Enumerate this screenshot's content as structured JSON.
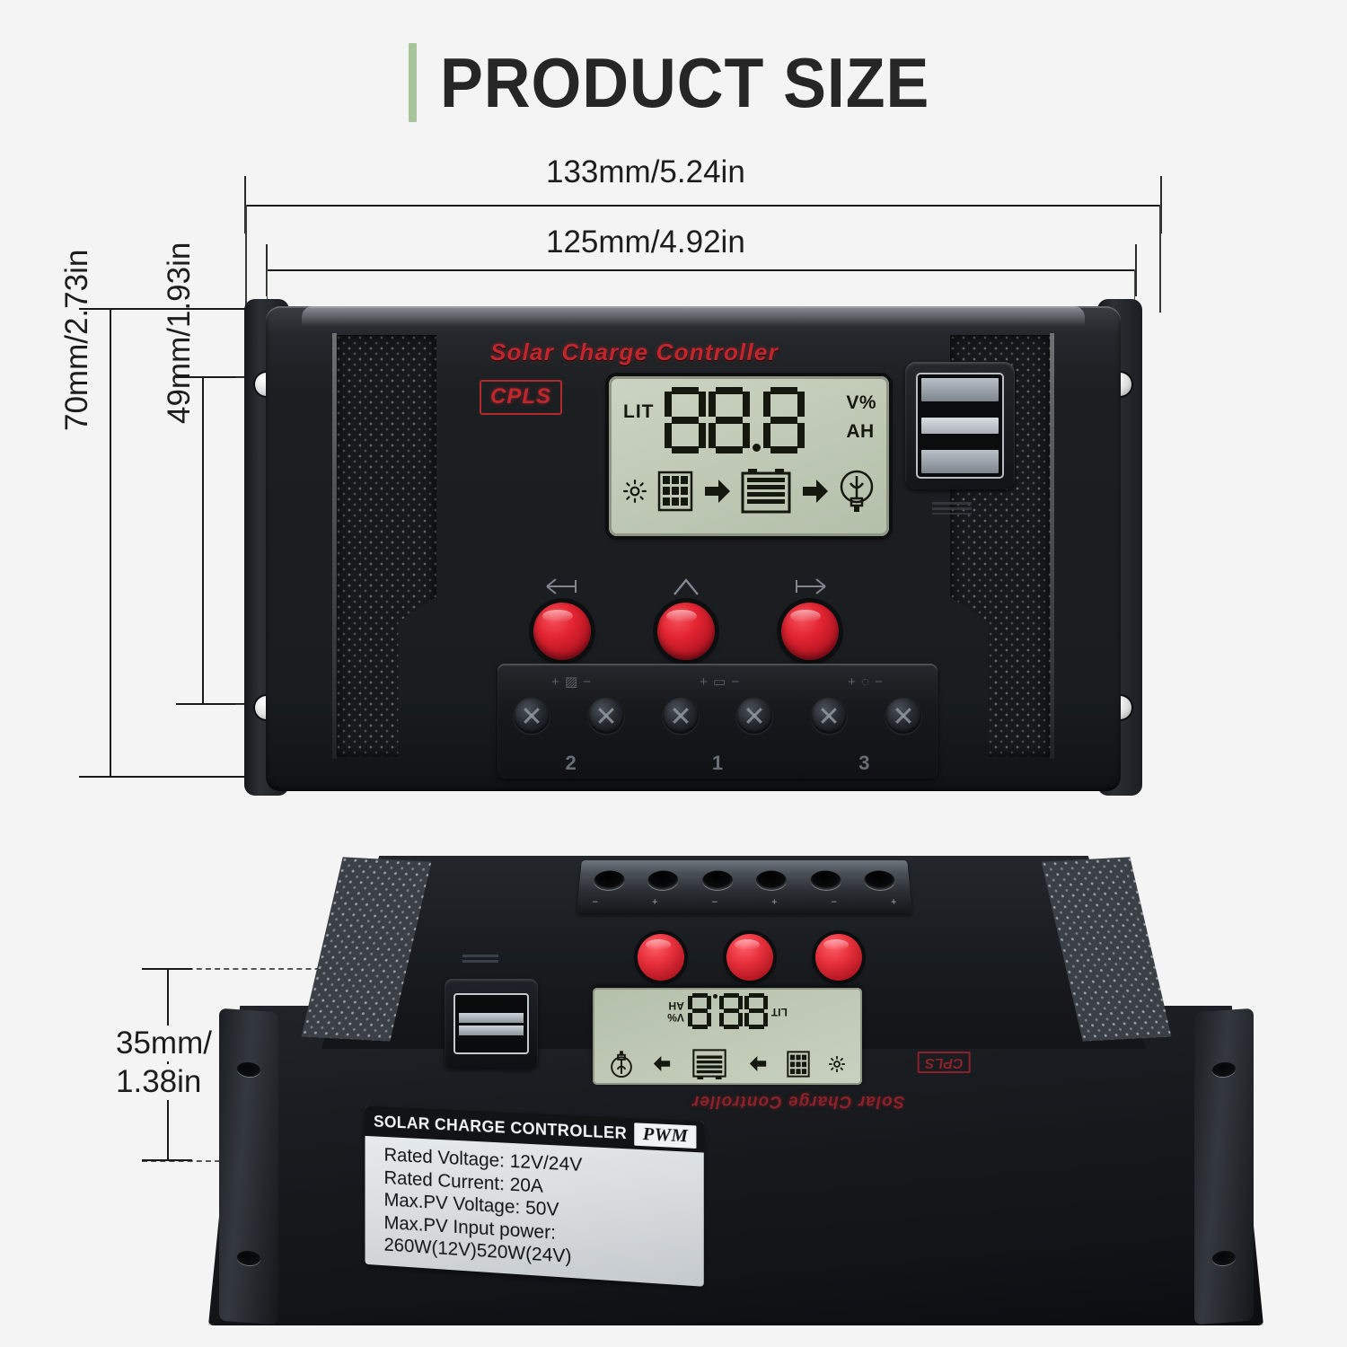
{
  "header": {
    "title": "PRODUCT SIZE",
    "accent_color": "#a8c49a"
  },
  "dimensions": {
    "width_outer": "133mm/5.24in",
    "width_inner": "125mm/4.92in",
    "height_outer": "70mm/2.73in",
    "height_inner": "49mm/1.93in",
    "depth_line1": "35mm/",
    "depth_line2": "1.38in"
  },
  "product": {
    "brand_text": "Solar Charge Controller",
    "model_badge": "CPLS",
    "brand_color": "#c0262c",
    "lcd": {
      "lit_label": "LIT",
      "value": "88.8",
      "unit_top": "V%",
      "unit_bottom": "AH",
      "icons": [
        "sun-icon",
        "solar-panel-icon",
        "arrow-right-icon",
        "battery-icon",
        "arrow-right-icon",
        "light-bulb-icon"
      ]
    },
    "buttons": [
      {
        "name": "back-button",
        "icon": "arrow-left-icon"
      },
      {
        "name": "up-button",
        "icon": "arrow-up-icon"
      },
      {
        "name": "forward-button",
        "icon": "arrow-right-icon"
      }
    ],
    "terminals": {
      "group_symbols": [
        "solar-panel-terminal-icon",
        "battery-terminal-icon",
        "load-terminal-icon"
      ],
      "screw_count": 6,
      "group_numbers": [
        "2",
        "1",
        "3"
      ]
    },
    "usb": {
      "port_count": 2,
      "label": "usb-dual-port"
    }
  },
  "spec_label": {
    "header_title": "SOLAR CHARGE CONTROLLER",
    "header_badge": "PWM",
    "lines": [
      "Rated Voltage: 12V/24V",
      "Rated Current: 20A",
      "Max.PV Voltage: 50V",
      "Max.PV Input power:",
      "260W(12V)520W(24V)"
    ]
  }
}
